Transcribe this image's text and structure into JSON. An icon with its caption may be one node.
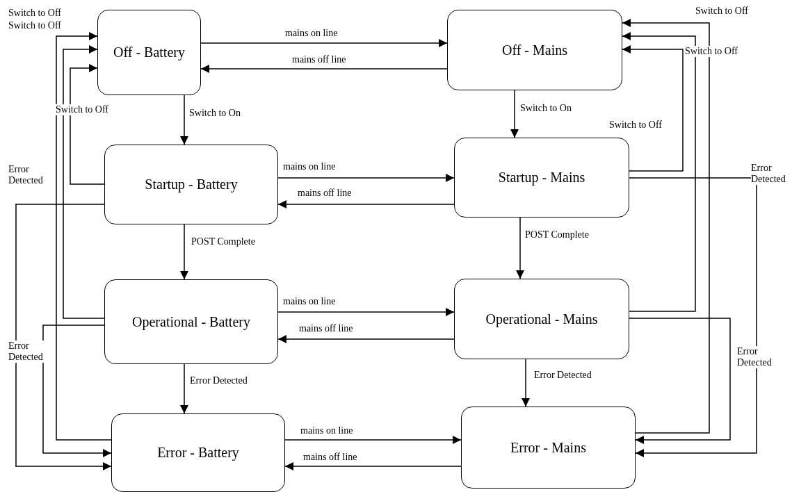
{
  "diagram": {
    "nodes": [
      {
        "text": [
          "Off - Battery"
        ]
      },
      {
        "text": [
          "Off - Mains"
        ]
      },
      {
        "text": [
          "Startup - Battery"
        ]
      },
      {
        "text": [
          "Startup - Mains"
        ]
      },
      {
        "text": [
          "Operational - Battery"
        ]
      },
      {
        "text": [
          "Operational - Mains"
        ]
      },
      {
        "text": [
          "Error - Battery"
        ]
      },
      {
        "text": [
          "Error - Mains"
        ]
      }
    ],
    "edges": [
      {
        "from": 0,
        "to": 1,
        "arrow": "to",
        "label": "mains on line"
      },
      {
        "from": 1,
        "to": 0,
        "arrow": "to",
        "label": "mains off line"
      },
      {
        "from": 0,
        "to": 2,
        "arrow": "to",
        "label": "Switch to On"
      },
      {
        "from": 1,
        "to": 3,
        "arrow": "to",
        "label": "Switch to On"
      },
      {
        "from": 2,
        "to": 3,
        "arrow": "to",
        "label": "mains on line"
      },
      {
        "from": 3,
        "to": 2,
        "arrow": "to",
        "label": "mains off line"
      },
      {
        "from": 2,
        "to": 4,
        "arrow": "to",
        "label": "POST Complete"
      },
      {
        "from": 3,
        "to": 5,
        "arrow": "to",
        "label": "POST Complete"
      },
      {
        "from": 4,
        "to": 5,
        "arrow": "to",
        "label": "mains on line"
      },
      {
        "from": 5,
        "to": 4,
        "arrow": "to",
        "label": "mains off line"
      },
      {
        "from": 4,
        "to": 6,
        "arrow": "to",
        "label": "Error Detected"
      },
      {
        "from": 5,
        "to": 7,
        "arrow": "to",
        "label": "Error Detected"
      },
      {
        "from": 6,
        "to": 7,
        "arrow": "to",
        "label": "mains on line"
      },
      {
        "from": 7,
        "to": 6,
        "arrow": "to",
        "label": "mains off line"
      },
      {
        "from": 6,
        "to": 0,
        "arrow": "to",
        "label": "Switch to Off"
      },
      {
        "from": 4,
        "to": 0,
        "arrow": "to",
        "label": "Switch to Off"
      },
      {
        "from": 2,
        "to": 0,
        "arrow": "to",
        "label": "Switch to Off"
      },
      {
        "from": 2,
        "to": 6,
        "arrow": "to",
        "label": "Error Detected"
      },
      {
        "from": 4,
        "to": 6,
        "arrow": "to",
        "label": "Error Detected"
      },
      {
        "from": 7,
        "to": 1,
        "arrow": "to",
        "label": "Switch to Off"
      },
      {
        "from": 5,
        "to": 1,
        "arrow": "to",
        "label": "Switch to Off"
      },
      {
        "from": 3,
        "to": 1,
        "arrow": "to",
        "label": "Switch to Off"
      },
      {
        "from": 3,
        "to": 7,
        "arrow": "to",
        "label": "Error Detected"
      },
      {
        "from": 5,
        "to": 7,
        "arrow": "to",
        "label": "Error Detected"
      }
    ]
  }
}
